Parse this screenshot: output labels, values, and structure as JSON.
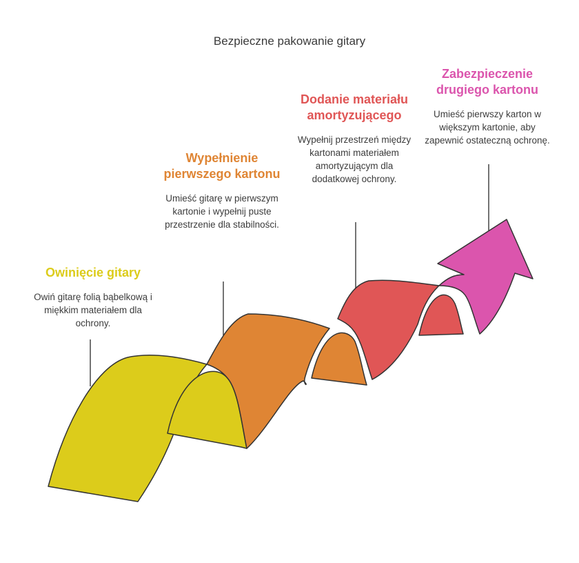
{
  "title": "Bezpieczne pakowanie gitary",
  "steps": [
    {
      "title": "Owinięcie gitary",
      "desc": "Owiń gitarę folią bąbelkową i miękkim materiałem dla ochrony.",
      "color": "#dccc1b"
    },
    {
      "title": "Wypełnienie pierwszego kartonu",
      "desc": "Umieść gitarę w pierwszym kartonie i wypełnij puste przestrzenie dla stabilności.",
      "color": "#df8534"
    },
    {
      "title": "Dodanie materiału amortyzującego",
      "desc": "Wypełnij przestrzeń między kartonami materiałem amortyzującym dla dodatkowej ochrony.",
      "color": "#e05656"
    },
    {
      "title": "Zabezpieczenie drugiego kartonu",
      "desc": "Umieść pierwszy karton w większym kartonie, aby zapewnić ostateczną ochronę.",
      "color": "#db55ad"
    }
  ]
}
